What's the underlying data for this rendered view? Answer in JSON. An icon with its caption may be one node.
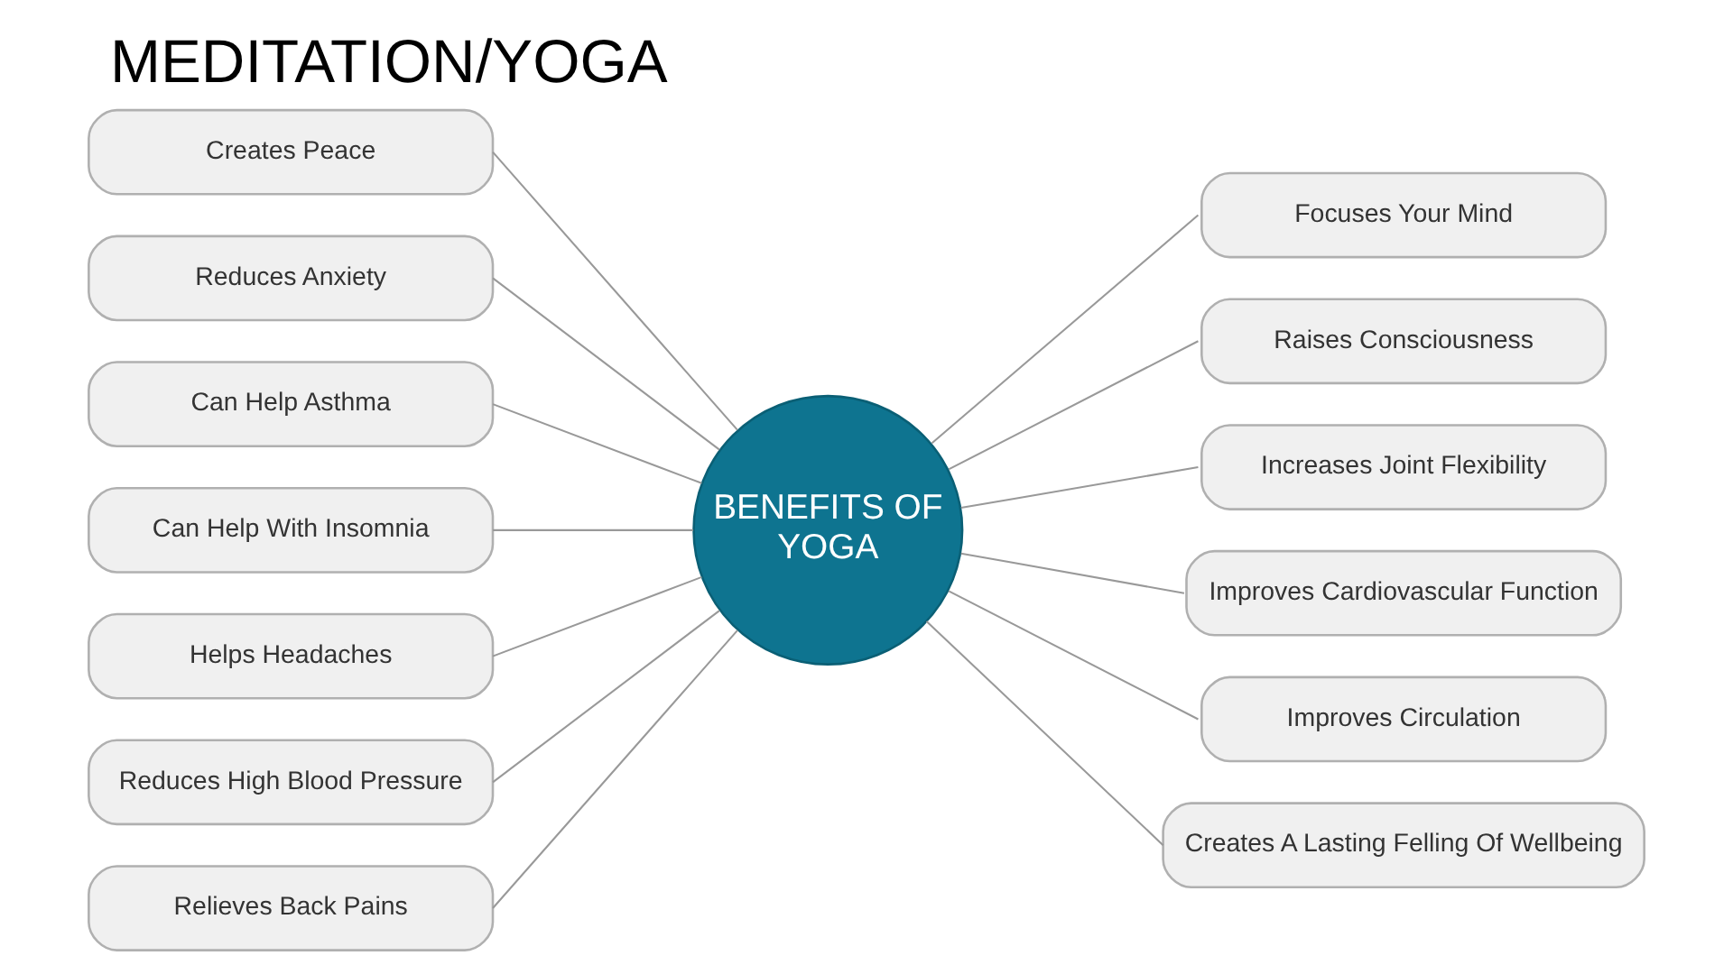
{
  "diagram": {
    "title": "MEDITATION/YOGA",
    "nodes": [
      {
        "text": [
          "BENEFITS OF YOGA"
        ]
      },
      {
        "text": [
          "Creates Peace"
        ]
      },
      {
        "text": [
          "Reduces Anxiety"
        ]
      },
      {
        "text": [
          "Can Help Asthma"
        ]
      },
      {
        "text": [
          "Can Help With Insomnia"
        ]
      },
      {
        "text": [
          "Helps Headaches"
        ]
      },
      {
        "text": [
          "Reduces High Blood Pressure"
        ]
      },
      {
        "text": [
          "Relieves Back Pains"
        ]
      },
      {
        "text": [
          "Focuses Your Mind"
        ]
      },
      {
        "text": [
          "Raises Consciousness"
        ]
      },
      {
        "text": [
          "Increases Joint Flexibility"
        ]
      },
      {
        "text": [
          "Improves Cardiovascular Function"
        ]
      },
      {
        "text": [
          "Improves Circulation"
        ]
      },
      {
        "text": [
          "Creates A Lasting Felling Of Wellbeing"
        ]
      }
    ],
    "edges": [
      {
        "from": 1,
        "to": 0,
        "arrow": "none"
      },
      {
        "from": 2,
        "to": 0,
        "arrow": "none"
      },
      {
        "from": 3,
        "to": 0,
        "arrow": "none"
      },
      {
        "from": 4,
        "to": 0,
        "arrow": "none"
      },
      {
        "from": 5,
        "to": 0,
        "arrow": "none"
      },
      {
        "from": 6,
        "to": 0,
        "arrow": "none"
      },
      {
        "from": 7,
        "to": 0,
        "arrow": "none"
      },
      {
        "from": 0,
        "to": 8,
        "arrow": "none"
      },
      {
        "from": 0,
        "to": 9,
        "arrow": "none"
      },
      {
        "from": 0,
        "to": 10,
        "arrow": "none"
      },
      {
        "from": 0,
        "to": 11,
        "arrow": "none"
      },
      {
        "from": 0,
        "to": 12,
        "arrow": "none"
      },
      {
        "from": 0,
        "to": 13,
        "arrow": "none"
      }
    ]
  }
}
